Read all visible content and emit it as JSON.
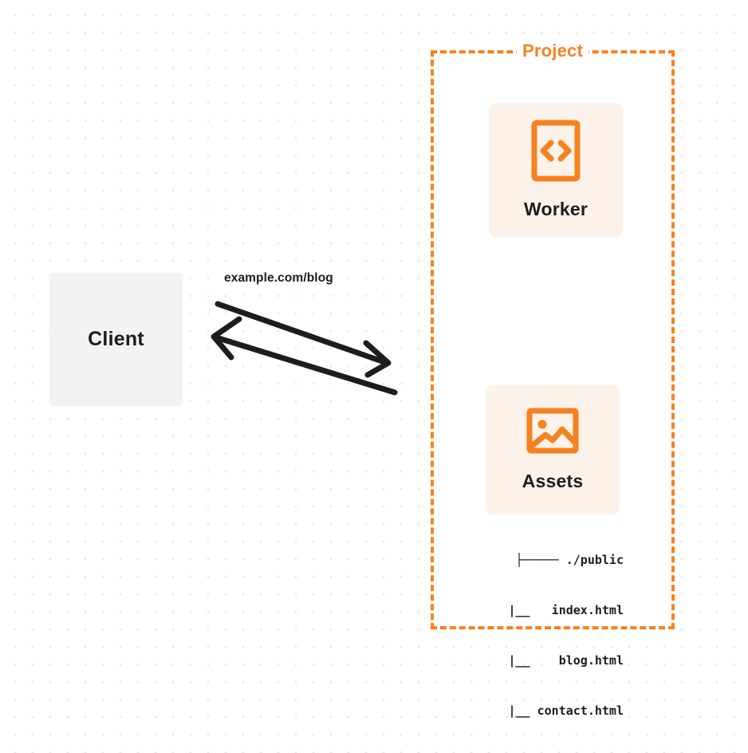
{
  "diagram": {
    "type": "architecture-flow",
    "background": {
      "style": "dot-grid",
      "dot_color": "#e9eaec",
      "page_color": "#ffffff"
    },
    "accent_color": "#f6821f",
    "card_color": "#fdf2e9",
    "client_color": "#f2f3f4",
    "text_color": "#1d1d1f"
  },
  "client": {
    "label": "Client",
    "icon": "client-box"
  },
  "connection": {
    "label": "example.com/blog",
    "request_direction": "client-to-project",
    "response_direction": "project-to-client",
    "arrow_color": "#1d1d1f"
  },
  "project": {
    "title": "Project",
    "border_style": "dashed",
    "border_color": "#f6821f",
    "nodes": [
      {
        "id": "worker",
        "label": "Worker",
        "icon": "code-document-icon",
        "icon_glyph": "<>"
      },
      {
        "id": "assets",
        "label": "Assets",
        "icon": "image-picture-icon"
      }
    ],
    "file_tree": [
      {
        "prefix": "├────",
        "name": "./public"
      },
      {
        "prefix": "  |__",
        "name": "index.html"
      },
      {
        "prefix": "  |__",
        "name": "blog.html"
      },
      {
        "prefix": "  |__",
        "name": "contact.html"
      }
    ],
    "file_tree_lines": [
      "├───── ./public",
      "   |__   index.html",
      "   |__    blog.html",
      "   |__ contact.html"
    ]
  }
}
